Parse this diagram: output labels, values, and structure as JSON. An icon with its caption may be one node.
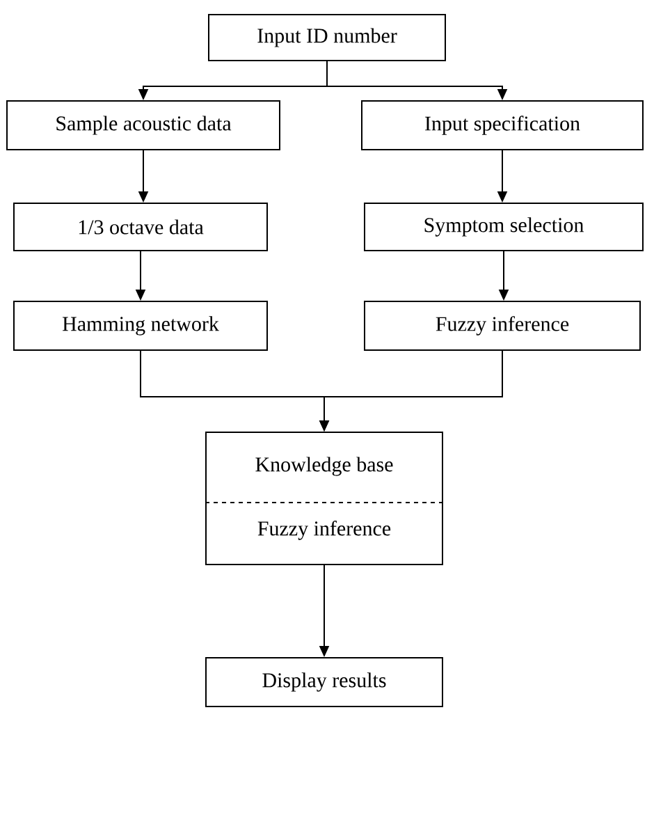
{
  "diagram": {
    "nodes": [
      {
        "text": [
          "Input ID number"
        ]
      },
      {
        "text": [
          "Sample acoustic data"
        ]
      },
      {
        "text": [
          "1/3 octave data"
        ]
      },
      {
        "text": [
          "Hamming network"
        ]
      },
      {
        "text": [
          "Input specification"
        ]
      },
      {
        "text": [
          "Symptom selection"
        ]
      },
      {
        "text": [
          "Fuzzy inference"
        ]
      },
      {
        "text": [
          "Knowledge base",
          "Fuzzy inference"
        ]
      },
      {
        "text": [
          "Display results"
        ]
      }
    ],
    "edges": [
      {
        "from": 0,
        "to": 1,
        "arrow": "to"
      },
      {
        "from": 0,
        "to": 4,
        "arrow": "to"
      },
      {
        "from": 1,
        "to": 2,
        "arrow": "to"
      },
      {
        "from": 2,
        "to": 3,
        "arrow": "to"
      },
      {
        "from": 4,
        "to": 5,
        "arrow": "to"
      },
      {
        "from": 5,
        "to": 6,
        "arrow": "to"
      },
      {
        "from": 3,
        "to": 7,
        "arrow": "to"
      },
      {
        "from": 6,
        "to": 7,
        "arrow": "to"
      },
      {
        "from": 7,
        "to": 8,
        "arrow": "to"
      }
    ]
  }
}
